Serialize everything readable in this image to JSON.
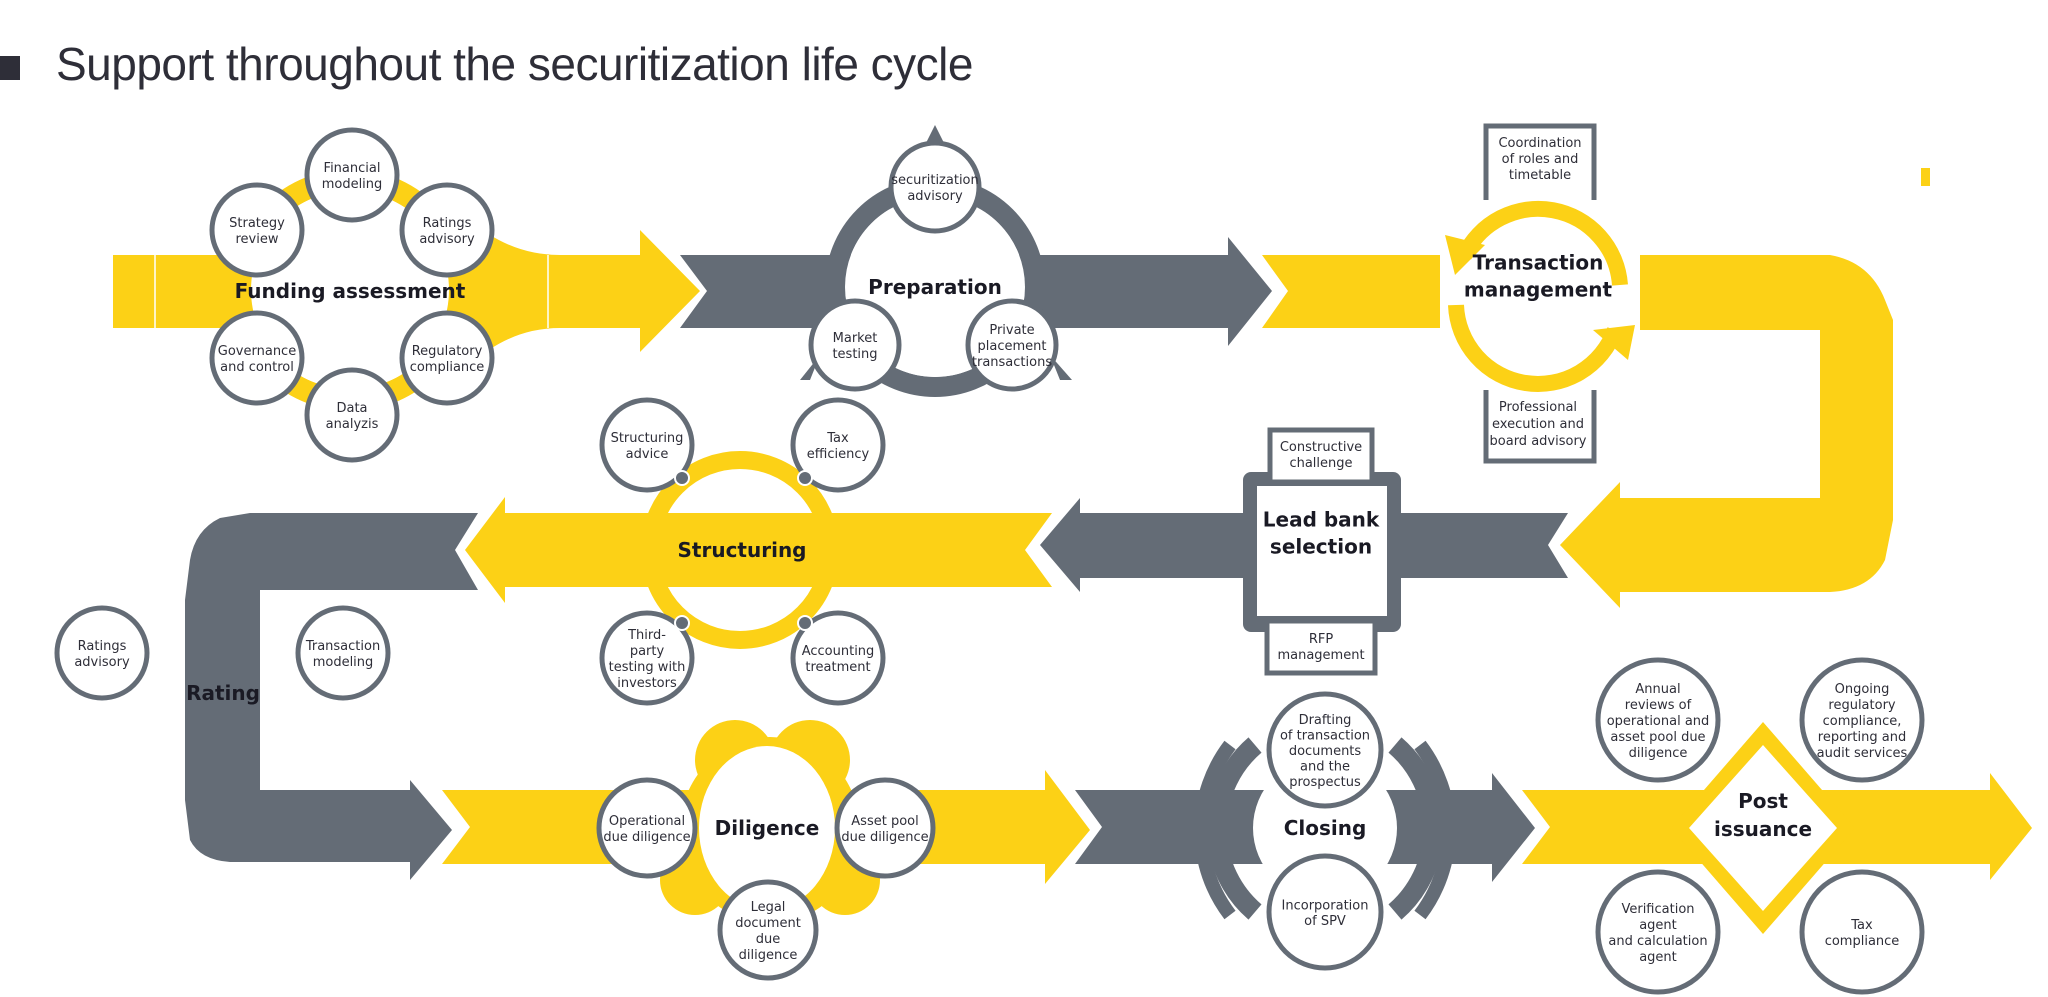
{
  "title": "Support throughout the securitization life cycle",
  "colors": {
    "yellow": "#fcd116",
    "gray": "#646c76",
    "dark": "#2e2e38"
  },
  "stages": {
    "funding": {
      "name": "Funding assessment",
      "items": [
        "Financial|modeling",
        "Ratings|advisory",
        "Regulatory|compliance",
        "Data|analyzis",
        "Governance|and control",
        "Strategy|review"
      ]
    },
    "preparation": {
      "name": "Preparation",
      "items": [
        "securitization|advisory",
        "Private|placement|transactions",
        "Market|testing"
      ]
    },
    "transaction": {
      "name": "Transaction|management",
      "items": [
        "Coordination|of roles and|timetable",
        "Professional|execution and|board advisory"
      ]
    },
    "leadbank": {
      "name": "Lead bank|selection",
      "items": [
        "Constructive|challenge",
        "RFP|management"
      ]
    },
    "structuring": {
      "name": "Structuring",
      "items": [
        "Structuring|advice",
        "Tax|efficiency",
        "Third-|party|testing with|investors",
        "Accounting|treatment"
      ]
    },
    "rating": {
      "name": "Rating",
      "items": [
        "Ratings|advisory",
        "Transaction|modeling"
      ]
    },
    "diligence": {
      "name": "Diligence",
      "items": [
        "Operational|due diligence",
        "Asset pool|due diligence",
        "Legal|document|due|diligence"
      ]
    },
    "closing": {
      "name": "Closing",
      "items": [
        "Drafting|of transaction|documents|and the|prospectus",
        "Incorporation|of SPV"
      ]
    },
    "post": {
      "name": "Post|issuance",
      "items": [
        "Annual|reviews of|operational and|asset pool due|diligence",
        "Ongoing|regulatory|compliance,|reporting and|audit services",
        "Verification|agent|and calculation|agent",
        "Tax|compliance"
      ]
    }
  }
}
